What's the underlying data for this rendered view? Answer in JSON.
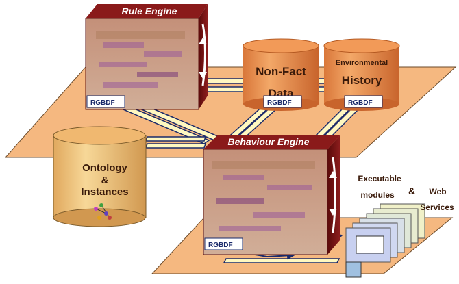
{
  "rule_engine": {
    "title": "Rule Engine",
    "badge": "RGBDF"
  },
  "behaviour_engine": {
    "title": "Behaviour Engine",
    "badge": "RGBDF"
  },
  "non_fact_data": {
    "line1": "Non-Fact",
    "line2": "Data",
    "badge": "RGBDF"
  },
  "environmental_history": {
    "line1": "Environmental",
    "line2": "History",
    "badge": "RGBDF"
  },
  "ontology": {
    "line1": "Ontology",
    "line2": "&",
    "line3": "Instances"
  },
  "executable": {
    "line1": "Executable",
    "line2": "modules",
    "amp": "&",
    "web1": "Web",
    "web2": "Services"
  },
  "colors": {
    "plane": "#f5b880",
    "plane_edge": "#7a4a20",
    "cube_front": "#c9a38b",
    "cube_side": "#7a1414",
    "cube_top": "#8a1a1a",
    "cylinder_top": "#f29a58",
    "cylinder_body": "#e8945a",
    "cylinder_tan": "#f0c580",
    "arrow_dark": "#1a2a6a",
    "arrow_light": "#fff8c0"
  }
}
